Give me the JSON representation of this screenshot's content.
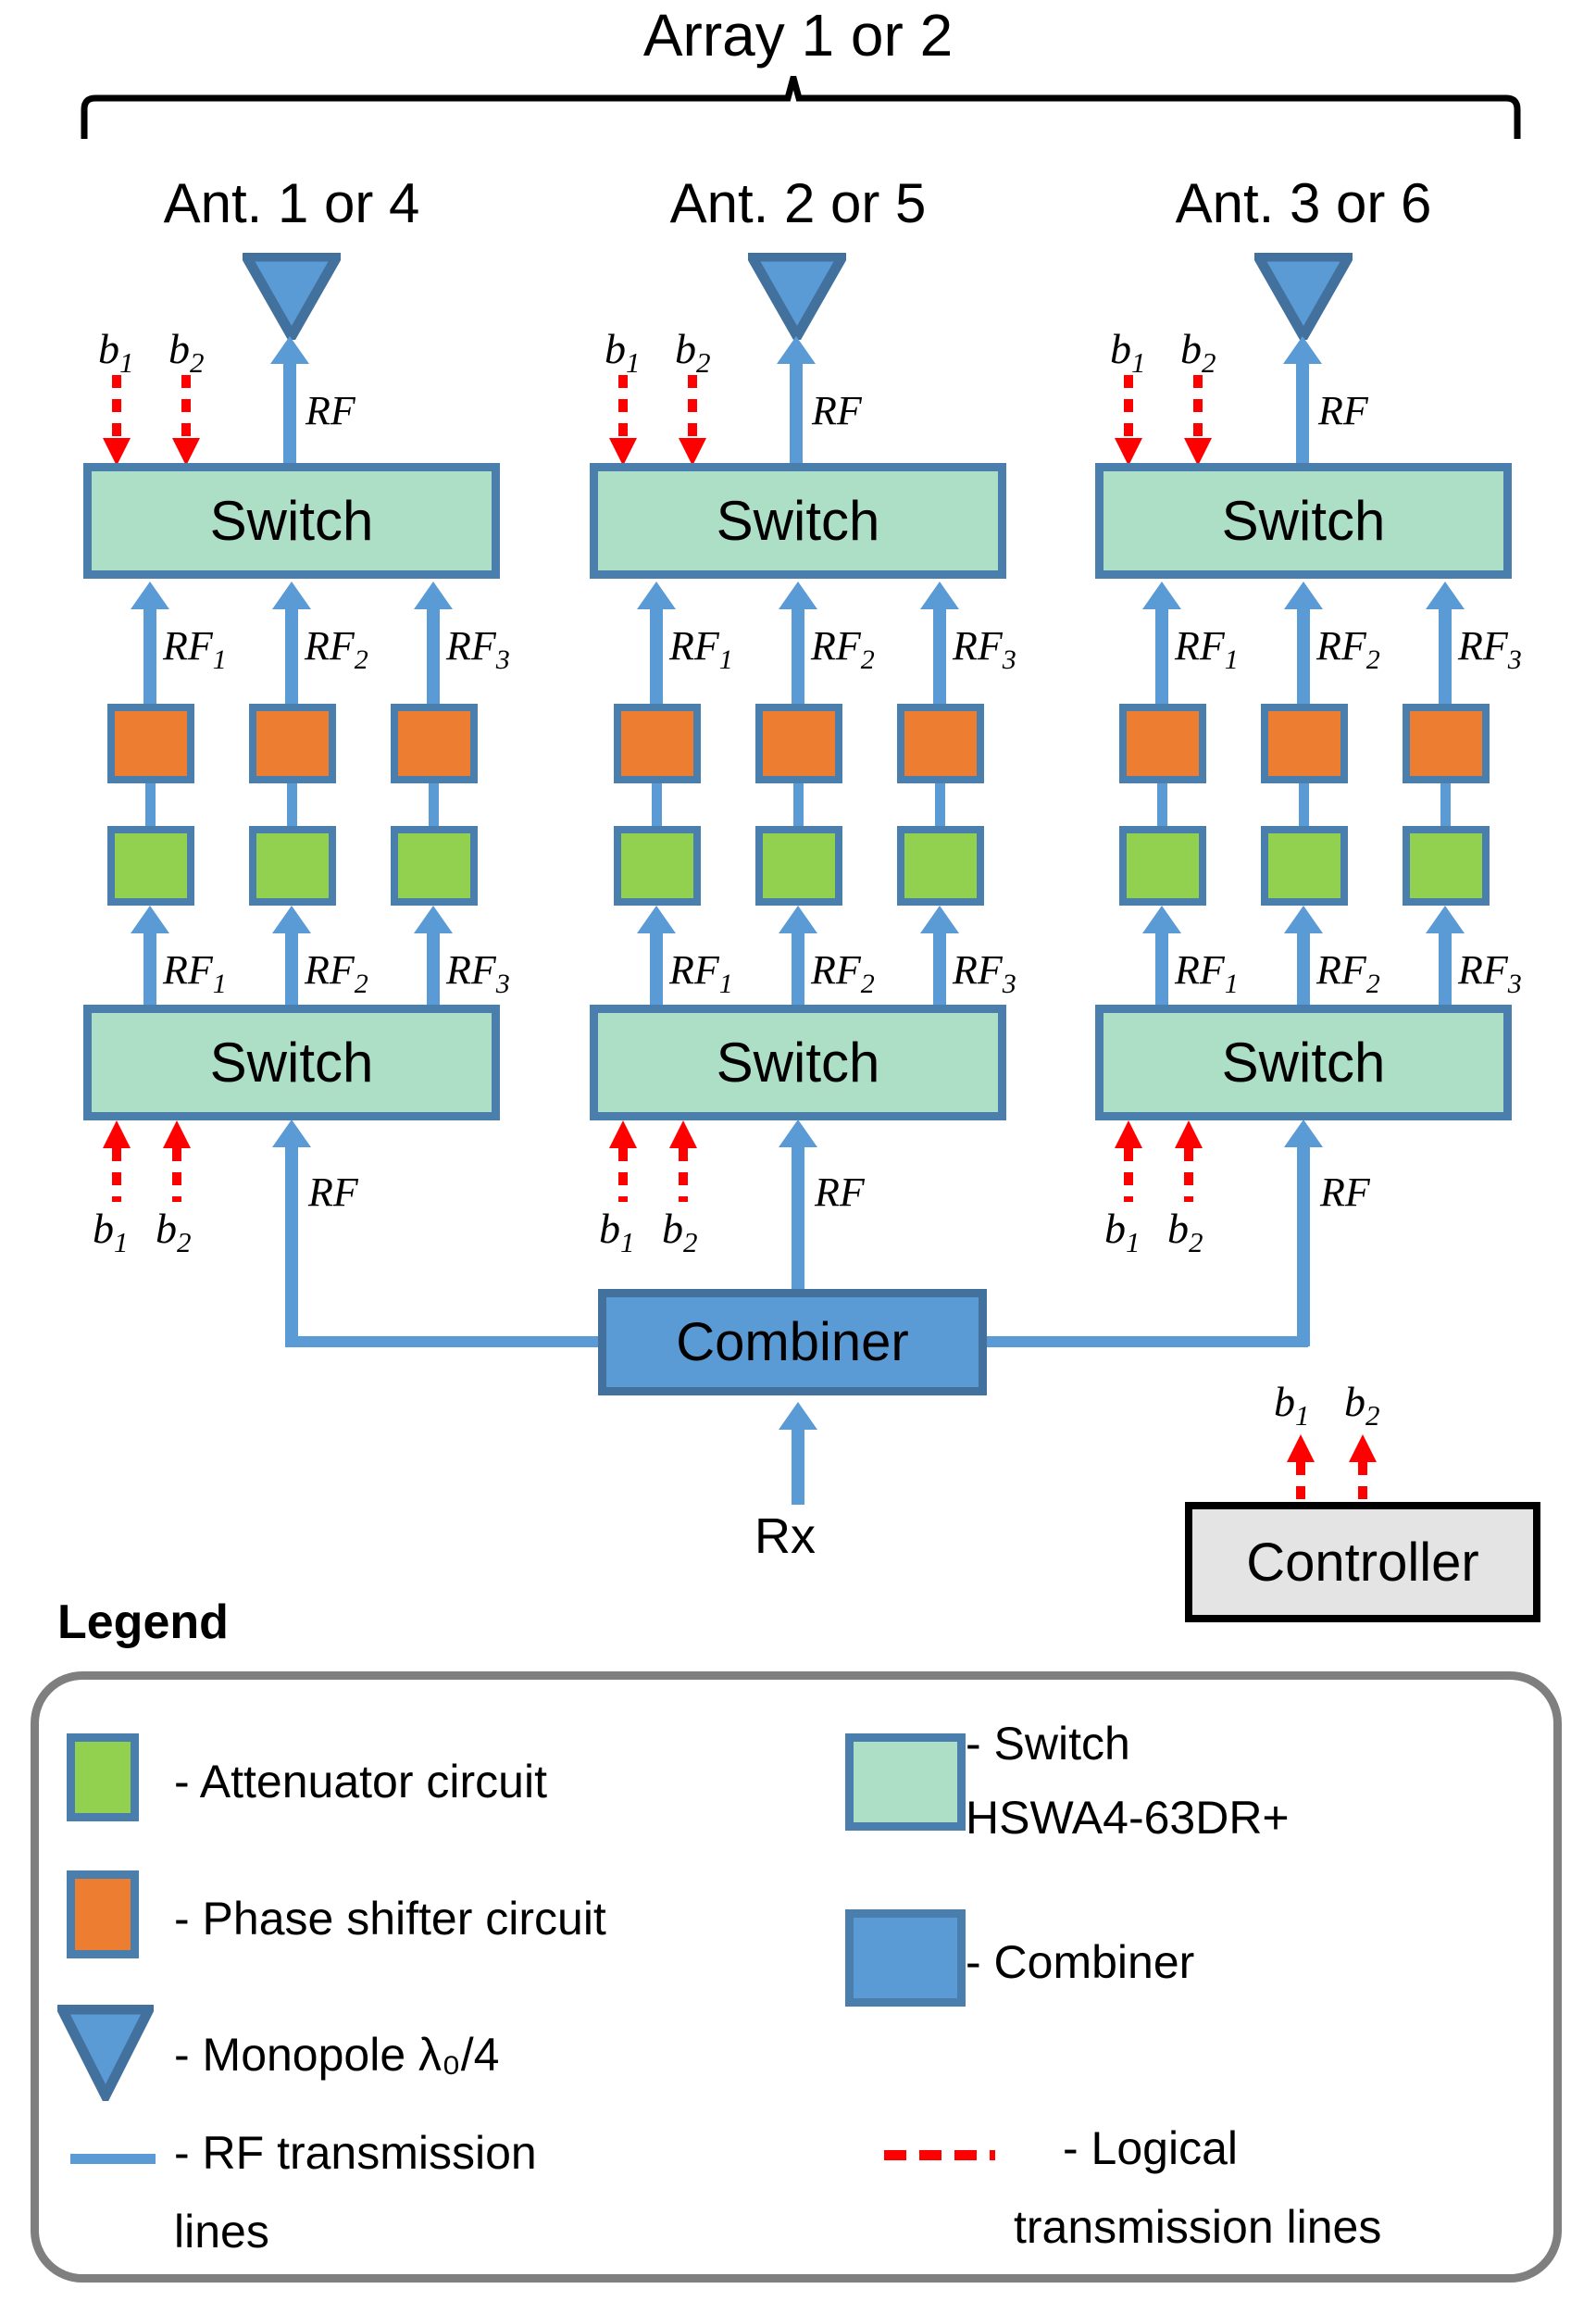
{
  "diagram": {
    "array_title": "Array 1 or 2",
    "antenna_titles": [
      "Ant. 1 or 4",
      "Ant. 2 or 5",
      "Ant. 3 or 6"
    ],
    "switch_label": "Switch",
    "combiner_label": "Combiner",
    "controller_label": "Controller",
    "rx_label": "Rx",
    "rf_label": "RF",
    "rf_branch_labels": [
      "RF",
      "RF",
      "RF"
    ],
    "rf_branch_subs": [
      "1",
      "2",
      "3"
    ],
    "bit_labels": [
      "b",
      "b"
    ],
    "bit_subs": [
      "1",
      "2"
    ]
  },
  "legend": {
    "title": "Legend",
    "items": [
      {
        "swatch": "green-square",
        "text": "- Attenuator circuit"
      },
      {
        "swatch": "orange-square",
        "text": "- Phase shifter circuit"
      },
      {
        "swatch": "blue-triangle",
        "text": "- Monopole λ₀/4"
      },
      {
        "swatch": "blue-line",
        "text_line1": "- RF transmission",
        "text_line2": "lines"
      },
      {
        "swatch": "mint-square",
        "text_line1": "- Switch",
        "text_line2": "HSWA4-63DR+"
      },
      {
        "swatch": "blue-square",
        "text": "- Combiner"
      },
      {
        "swatch": "red-dashed-line",
        "text_line1": "- Logical",
        "text_line2": "transmission lines"
      }
    ]
  },
  "colors": {
    "switch_fill": "#addfc6",
    "switch_border": "#4a7ead",
    "combiner_fill": "#5b9bd5",
    "combiner_border": "#41719c",
    "phase_shifter": "#ed7d31",
    "attenuator": "#92d050",
    "rf_line": "#5b9bd5",
    "logic_line": "#ff0000",
    "controller_fill": "#e4e4e4",
    "legend_border": "#7f7f7f"
  }
}
